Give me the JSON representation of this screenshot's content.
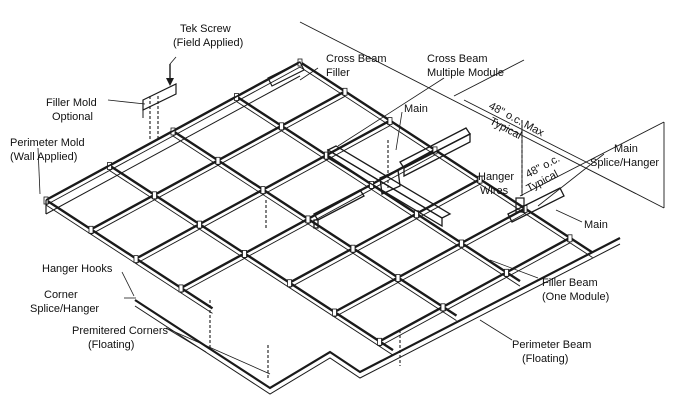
{
  "labels": {
    "tek_screw": [
      "Tek Screw",
      "(Field Applied)"
    ],
    "cross_beam_filler": [
      "Cross Beam",
      "Filler"
    ],
    "cross_beam_multiple": [
      "Cross Beam",
      "Multiple Module"
    ],
    "filler_mold": [
      "Filler Mold",
      "Optional"
    ],
    "perimeter_mold": [
      "Perimeter Mold",
      "(Wall Applied)"
    ],
    "main_top": "Main",
    "spacing_max": "48\" o.c. Max",
    "spacing_max_typ": "Typical",
    "spacing_typ": "48\" o.c.",
    "spacing_typ_typ": "Typical",
    "hanger_wires": [
      "Hanger",
      "Wires"
    ],
    "main_splice": [
      "Main",
      "Splice/Hanger"
    ],
    "main_right": "Main",
    "hanger_hooks": "Hanger Hooks",
    "corner_splice": [
      "Corner",
      "Splice/Hanger"
    ],
    "filler_beam": [
      "Filler Beam",
      "(One Module)"
    ],
    "premitered": [
      "Premitered Corners",
      "(Floating)"
    ],
    "perimeter_beam": [
      "Perimeter Beam",
      "(Floating)"
    ]
  },
  "colors": {
    "ink": "#1a1a1a",
    "background": "#ffffff"
  }
}
